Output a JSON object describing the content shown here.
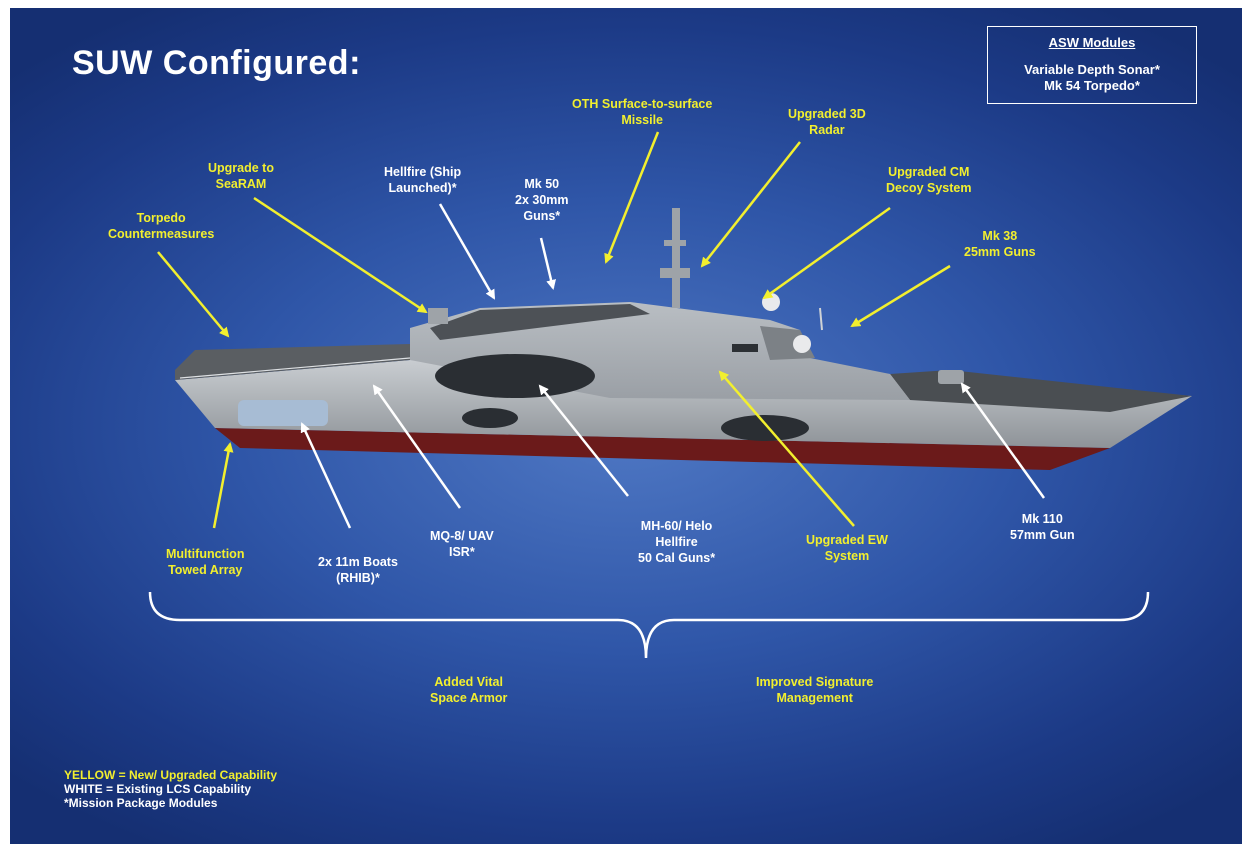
{
  "title": "SUW Configured:",
  "asw_modules": {
    "heading": "ASW Modules",
    "items": [
      "Variable Depth Sonar*",
      "Mk 54 Torpedo*"
    ]
  },
  "callouts": {
    "oth_missile": [
      "OTH Surface-to-surface",
      "Missile"
    ],
    "radar_3d": [
      "Upgraded 3D",
      "Radar"
    ],
    "cm_decoy": [
      "Upgraded CM",
      "Decoy System"
    ],
    "mk38": [
      "Mk 38",
      "25mm Guns"
    ],
    "searam": [
      "Upgrade to",
      "SeaRAM"
    ],
    "hellfire": [
      "Hellfire (Ship",
      "Launched)*"
    ],
    "mk50": [
      "Mk 50",
      "2x 30mm",
      "Guns*"
    ],
    "torpedo_cm": [
      "Torpedo",
      "Countermeasures"
    ],
    "towed_array": [
      "Multifunction",
      "Towed Array"
    ],
    "boats": [
      "2x 11m Boats",
      "(RHIB)*"
    ],
    "mq8": [
      "MQ-8/ UAV",
      "ISR*"
    ],
    "mh60": [
      "MH-60/ Helo",
      "Hellfire",
      "50 Cal Guns*"
    ],
    "ew": [
      "Upgraded EW",
      "System"
    ],
    "mk110": [
      "Mk 110",
      "57mm Gun"
    ],
    "armor": [
      "Added Vital",
      "Space Armor"
    ],
    "signature": [
      "Improved Signature",
      "Management"
    ]
  },
  "legend": [
    "YELLOW = New/ Upgraded Capability",
    "WHITE = Existing LCS Capability",
    "*Mission Package Modules"
  ],
  "colors": {
    "new_capability": "#f2ef2e",
    "existing_capability": "#ffffff",
    "background": "#2f56a8"
  }
}
